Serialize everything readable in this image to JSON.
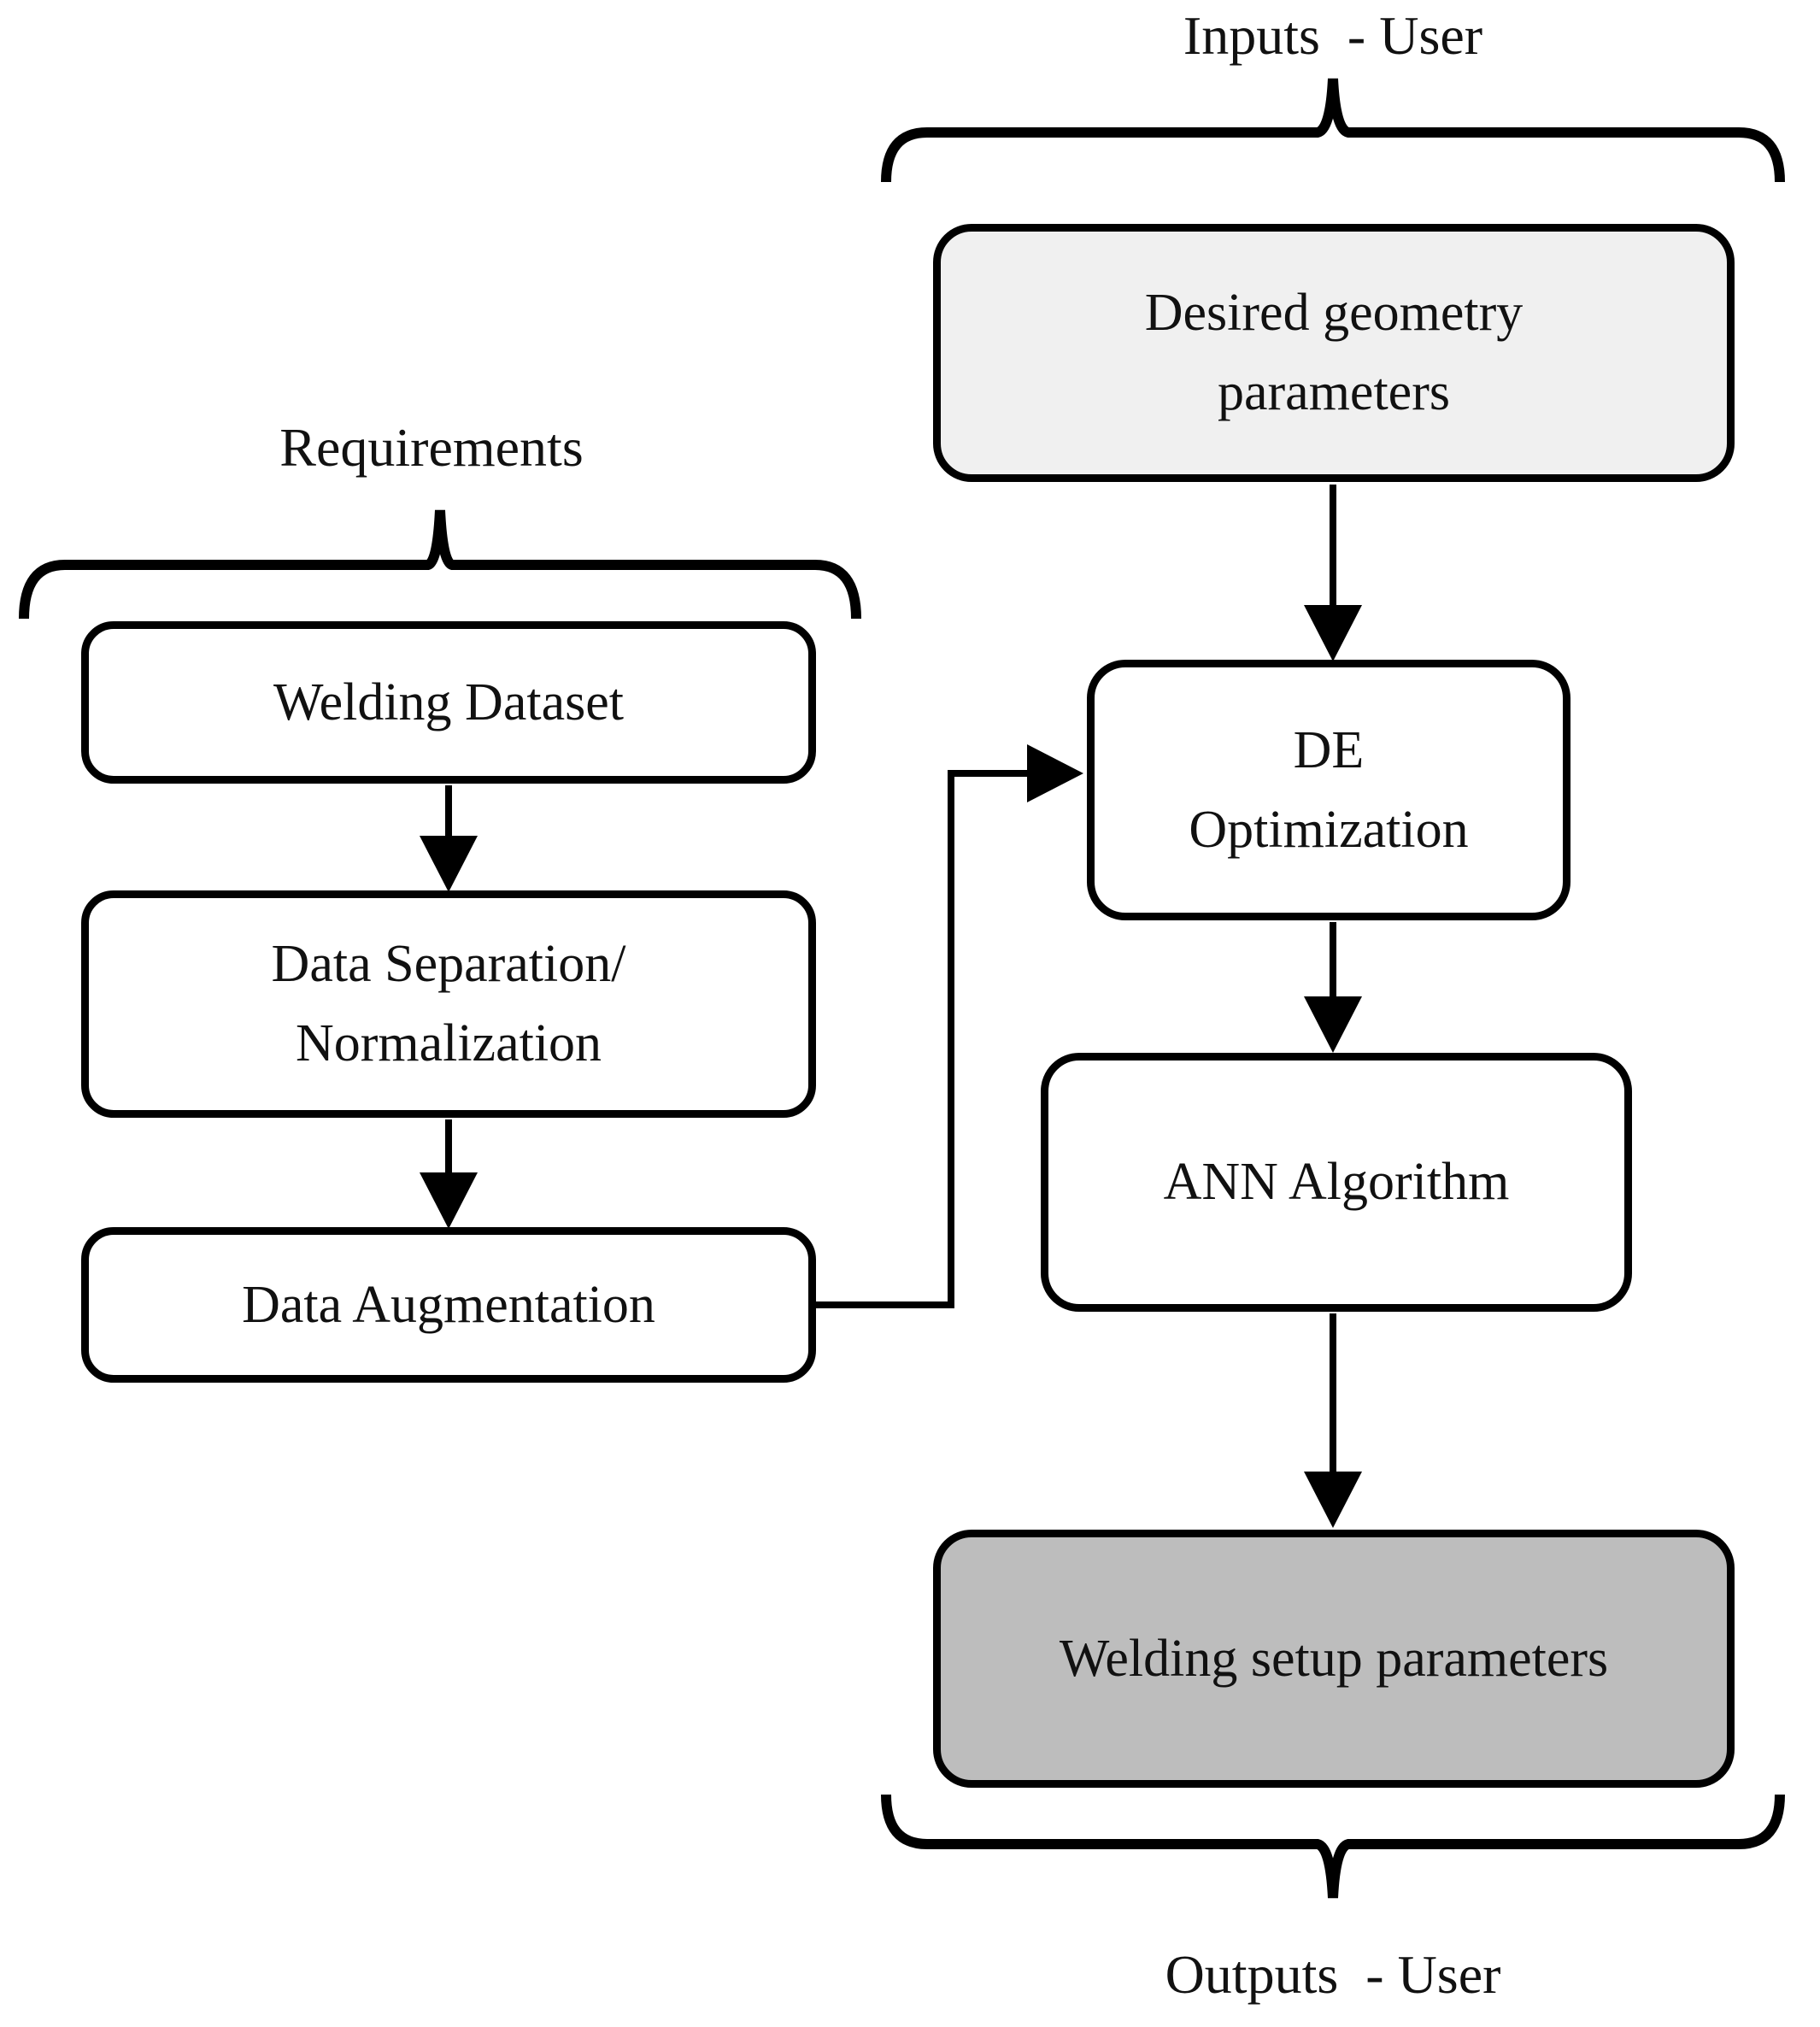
{
  "colors": {
    "stroke": "#000000",
    "text": "#111111",
    "background": "#ffffff",
    "box_white": "#ffffff",
    "box_light": "#f0f0f0",
    "box_gray": "#bdbdbd"
  },
  "groups": {
    "inputs_label": "Inputs  - User",
    "requirements_label": "Requirements",
    "outputs_label": "Outputs  - User"
  },
  "nodes": {
    "welding_dataset": {
      "label": "Welding Dataset"
    },
    "data_separation": {
      "label": "Data Separation/\nNormalization"
    },
    "data_augmentation": {
      "label": "Data Augmentation"
    },
    "desired_geometry": {
      "label": "Desired geometry\nparameters"
    },
    "de_optimization": {
      "label": "DE\nOptimization"
    },
    "ann_algorithm": {
      "label": "ANN Algorithm"
    },
    "welding_setup": {
      "label": "Welding setup parameters"
    }
  },
  "edges": [
    {
      "from": "desired_geometry",
      "to": "de_optimization"
    },
    {
      "from": "de_optimization",
      "to": "ann_algorithm"
    },
    {
      "from": "ann_algorithm",
      "to": "welding_setup"
    },
    {
      "from": "welding_dataset",
      "to": "data_separation"
    },
    {
      "from": "data_separation",
      "to": "data_augmentation"
    },
    {
      "from": "data_augmentation",
      "to": "de_optimization"
    }
  ]
}
